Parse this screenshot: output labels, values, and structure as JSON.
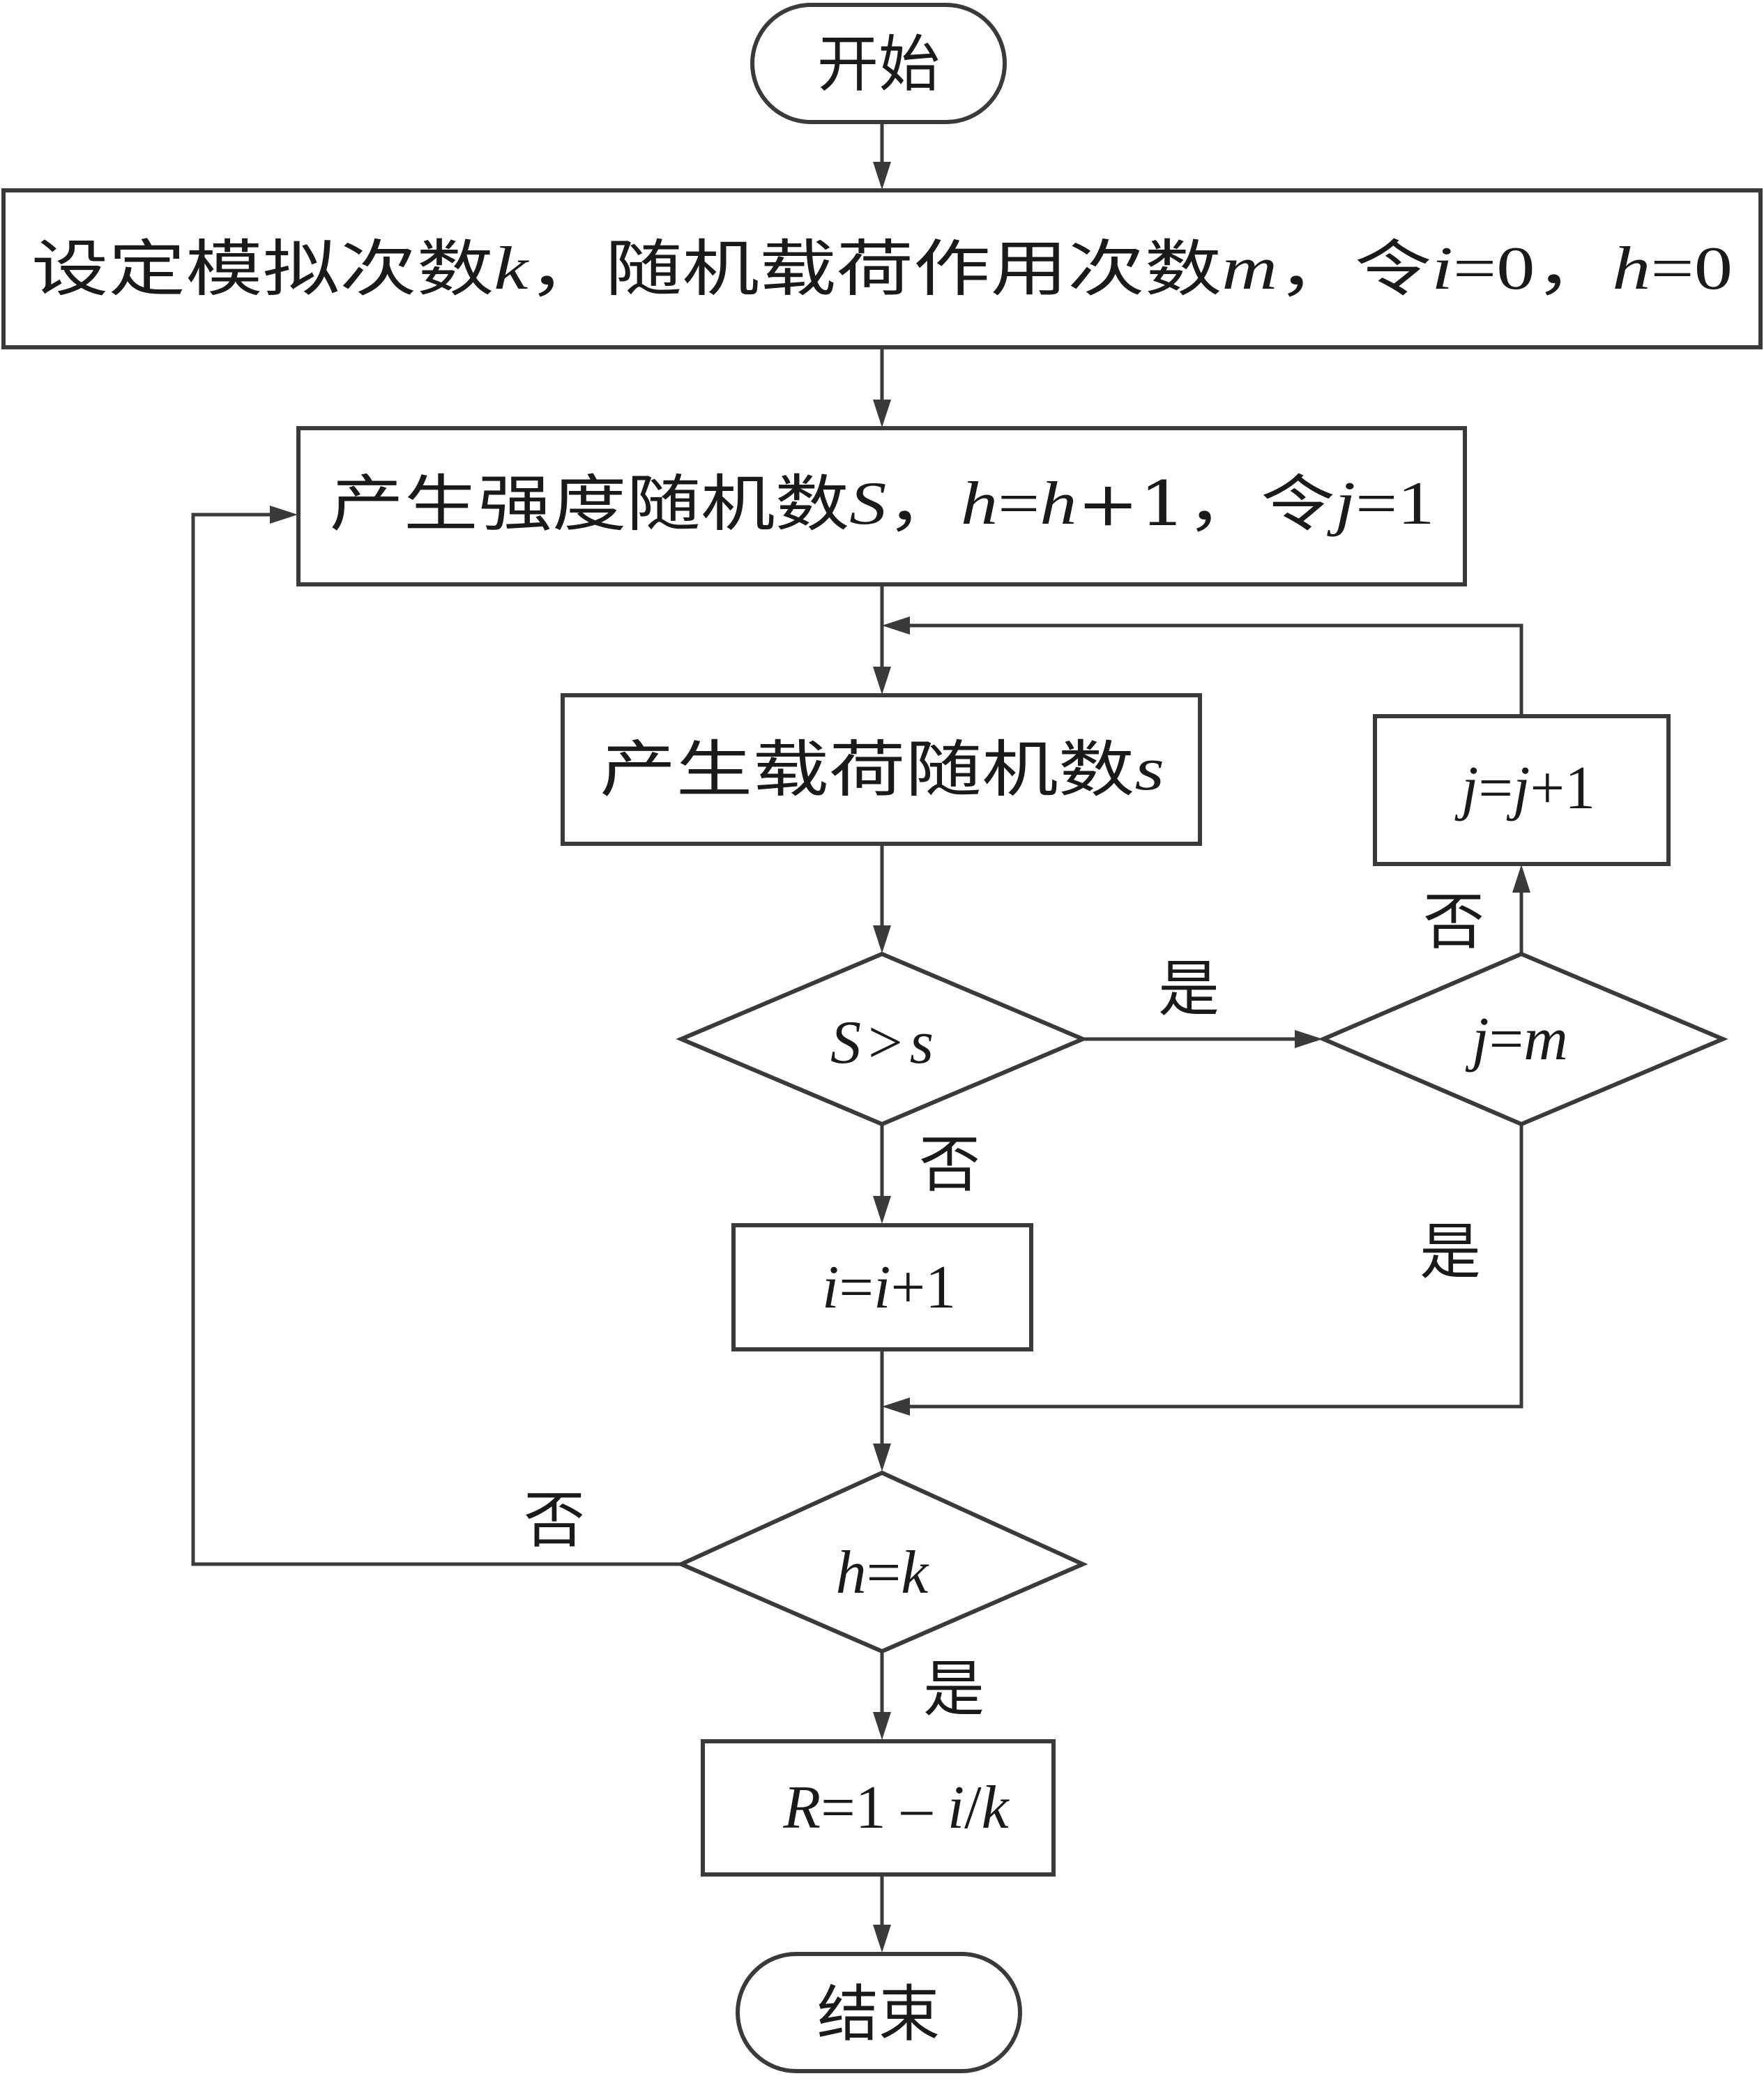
{
  "nodes": {
    "start": "开始",
    "init": {
      "a": "设定模拟次数",
      "k": "k",
      "b": "，随机载荷作用次数",
      "m": "m",
      "c": "，令",
      "i": "i",
      "d": "=0，",
      "h": "h",
      "e": "=0"
    },
    "gen_strength": {
      "a": "产生强度随机数",
      "S": "S",
      "b": "，",
      "h1": "h",
      "eq": "=",
      "h2": "h",
      "c": "+1，令",
      "j": "j",
      "d": "=1"
    },
    "gen_load": {
      "a": "产生载荷随机数",
      "s": "s"
    },
    "cmp": {
      "S": "S",
      "op": ">",
      "s": "s"
    },
    "jm": {
      "j": "j",
      "eq": "=",
      "m": "m"
    },
    "jinc": {
      "j1": "j",
      "eq": "=",
      "j2": "j",
      "b": "+1"
    },
    "iinc": {
      "i1": "i",
      "eq": "=",
      "i2": "i",
      "b": "+1"
    },
    "hk": {
      "h": "h",
      "eq": "=",
      "k": "k"
    },
    "result": {
      "R": "R",
      "a": "=1 – ",
      "i": "i",
      "slash": "/",
      "k": "k"
    },
    "end": "结束"
  },
  "edge_labels": {
    "cmp_yes": "是",
    "cmp_no": "否",
    "jm_no": "否",
    "jm_yes": "是",
    "hk_no": "否",
    "hk_yes": "是"
  }
}
